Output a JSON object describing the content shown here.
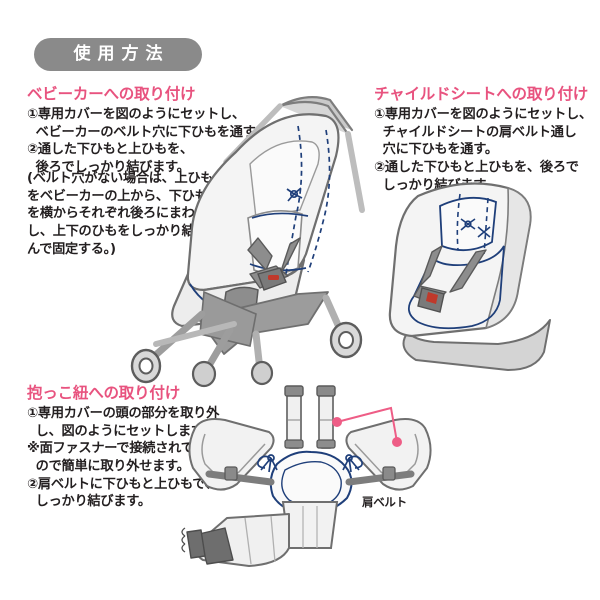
{
  "header": {
    "title": "使用方法"
  },
  "colors": {
    "pill_bg": "#8a8a8a",
    "pill_text": "#ffffff",
    "heading_pink": "#e8537f",
    "body_text": "#231f20",
    "cord_blue": "#1f3f7a",
    "arrow_pink": "#ee5d86",
    "frame_gray": "#b3b3b3",
    "cover_light": "#f2f2f2",
    "harness_dark": "#6e6e6e",
    "buckle_red": "#c0392b"
  },
  "sections": [
    {
      "id": "stroller",
      "heading": "ベビーカーへの取り付け",
      "body": "①専用カバーを図のようにセットし、\n  ベビーカーのベルト穴に下ひもを通す。\n②通した下ひもと上ひもを、\n  後ろでしっかり結びます。",
      "note": "(ベルト穴がない場合は、上ひも\nをベビーカーの上から、下ひも\nを横からそれぞれ後ろにまわ\nし、上下のひもをしっかり結\nんで固定する。)",
      "illustration": "stroller-illustration"
    },
    {
      "id": "childseat",
      "heading": "チャイルドシートへの取り付け",
      "body": "①専用カバーを図のようにセットし、\n  チャイルドシートの肩ベルト通し\n  穴に下ひもを通す。\n②通した下ひもと上ひもを、後ろで\n  しっかり結びます。",
      "illustration": "child-seat-illustration"
    },
    {
      "id": "carrier",
      "heading": "抱っこ紐への取り付け",
      "body": "①専用カバーの頭の部分を取り外\n  し、図のようにセットします。\n※面ファスナーで接続されている\n  ので簡単に取り外せます。\n②肩ベルトに下ひもと上ひもで、\n  しっかり結びます。",
      "illustration": "baby-carrier-illustration",
      "callout_label": "肩ベルト"
    }
  ]
}
